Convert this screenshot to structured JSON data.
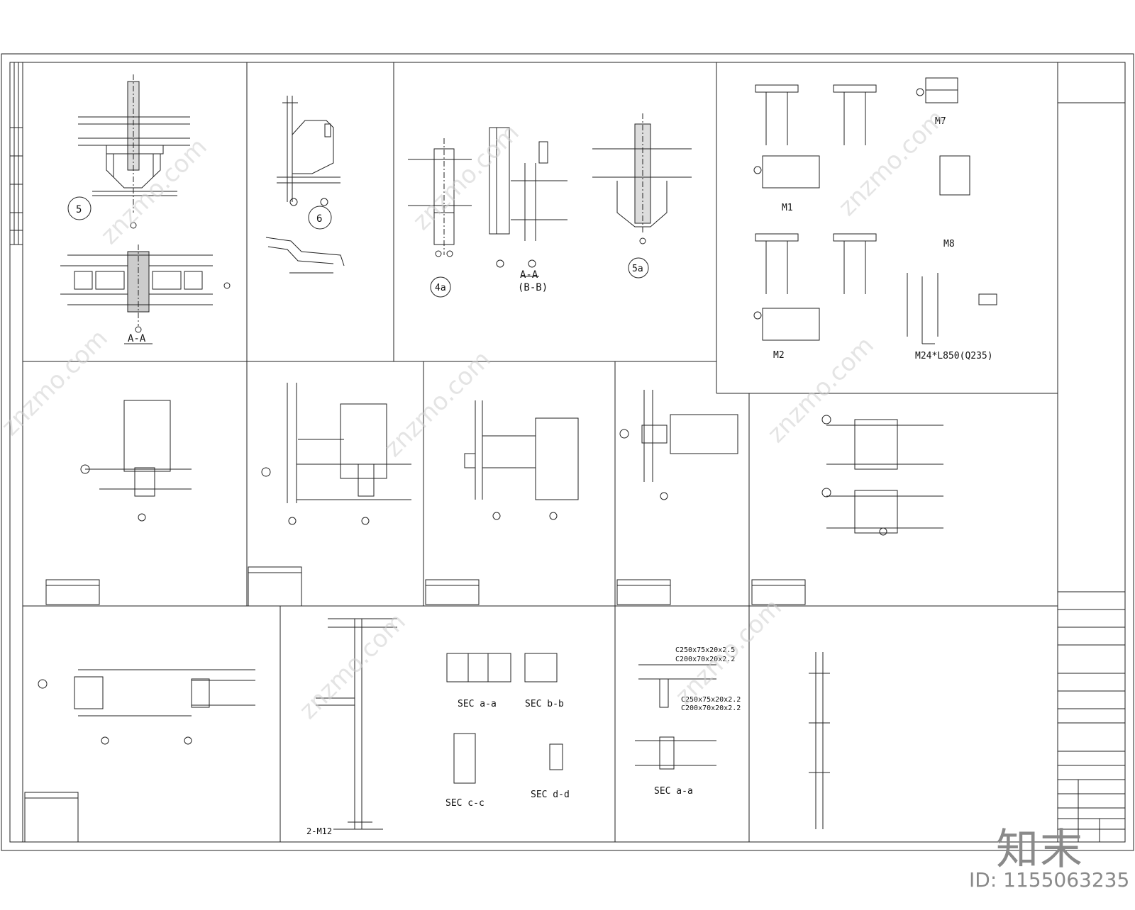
{
  "labels": {
    "detail_5": "5",
    "detail_6": "6",
    "detail_4a": "4a",
    "detail_5a": "5a",
    "section_aa_1": "A-A",
    "section_aa_2": "A-A",
    "section_bb": "(B-B)",
    "m1": "M1",
    "m2": "M2",
    "m7": "M7",
    "m8": "M8",
    "m24": "M24*L850(Q235)",
    "sec_aa_1": "SEC a-a",
    "sec_bb": "SEC b-b",
    "sec_cc": "SEC c-c",
    "sec_dd": "SEC d-d",
    "sec_aa_2": "SEC a-a",
    "c250_a": "C250x75x20x2.5",
    "c200_a": "C200x70x20x2.2",
    "c250_b": "C250x75x20x2.2",
    "c200_b": "C200x70x20x2.2",
    "m12_anchor": "2-M12",
    "dim_a": "A-A"
  },
  "watermark": "znzmo.com",
  "brand": "知末",
  "image_id": "ID: 1155063235"
}
